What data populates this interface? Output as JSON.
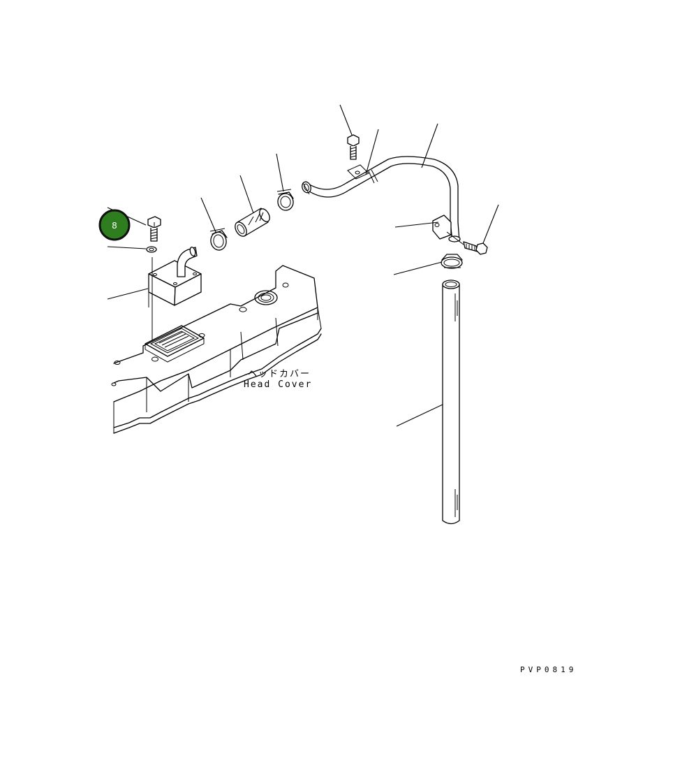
{
  "figure": {
    "part_label_jp": "ヘッドカバー",
    "part_label_en": "Head Cover",
    "figure_code": "PVP0819"
  },
  "badge": {
    "value": "8",
    "color": "#2e7d1e"
  }
}
